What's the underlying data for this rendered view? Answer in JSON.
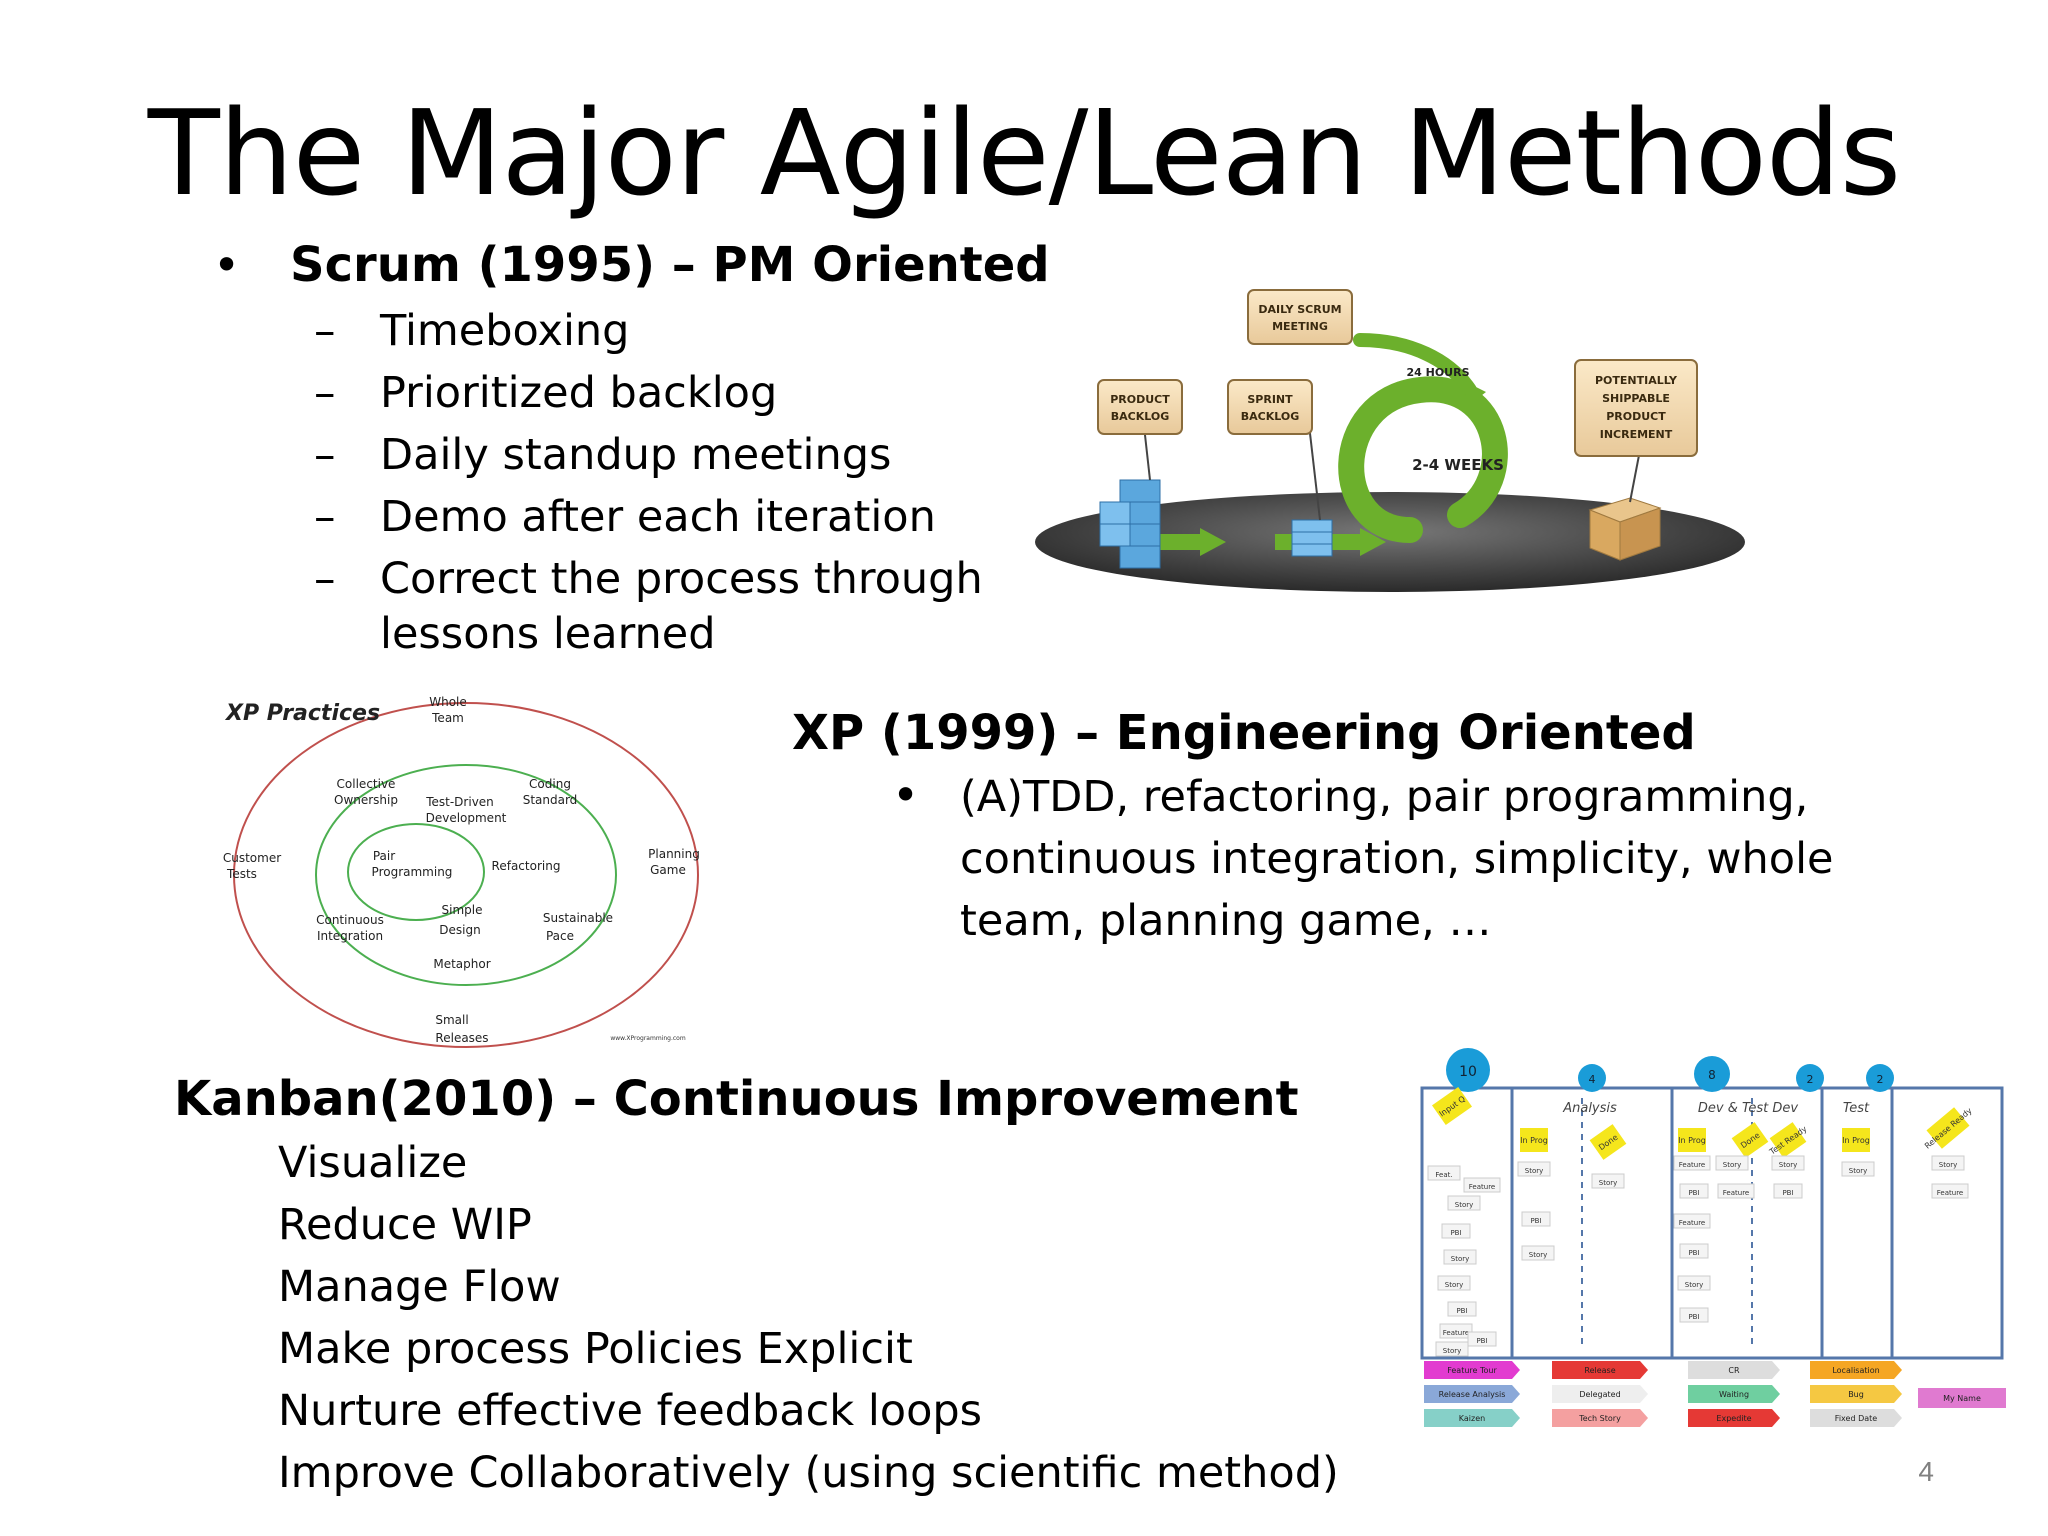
{
  "slide": {
    "title": "The Major Agile/Lean Methods",
    "page_number": "4"
  },
  "scrum": {
    "heading": "Scrum (1995) – PM Oriented",
    "bullet": "•",
    "items": [
      "Timeboxing",
      "Prioritized backlog",
      "Daily standup meetings",
      "Demo after each iteration",
      "Correct the process through"
    ],
    "item_continuation": "lessons learned",
    "diagram": {
      "daily_scrum": [
        "DAILY SCRUM",
        "MEETING"
      ],
      "product_backlog": [
        "PRODUCT",
        "BACKLOG"
      ],
      "sprint_backlog": [
        "SPRINT",
        "BACKLOG"
      ],
      "increment": [
        "POTENTIALLY",
        "SHIPPABLE",
        "PRODUCT",
        "INCREMENT"
      ],
      "hours": "24 HOURS",
      "weeks": "2-4 WEEKS"
    }
  },
  "xp": {
    "heading": "XP (1999) – Engineering Oriented",
    "bullet": "•",
    "lines": [
      "(A)TDD, refactoring, pair programming,",
      "continuous integration, simplicity, whole",
      "team, planning game, …"
    ],
    "diagram": {
      "title": "XP Practices",
      "whole_team": [
        "Whole",
        "Team"
      ],
      "collective_ownership": [
        "Collective",
        "Ownership"
      ],
      "coding_standard": [
        "Coding",
        "Standard"
      ],
      "tdd": [
        "Test-Driven",
        "Development"
      ],
      "customer_tests": [
        "Customer",
        "Tests"
      ],
      "pair_programming": [
        "Pair",
        "Programming"
      ],
      "refactoring": "Refactoring",
      "planning_game": [
        "Planning",
        "Game"
      ],
      "continuous_integration": [
        "Continuous",
        "Integration"
      ],
      "simple_design": [
        "Simple",
        "Design"
      ],
      "sustainable_pace": [
        "Sustainable",
        "Pace"
      ],
      "metaphor": "Metaphor",
      "small_releases": [
        "Small",
        "Releases"
      ],
      "source": "www.XProgramming.com"
    }
  },
  "kanban": {
    "heading": "Kanban(2010) – Continuous Improvement",
    "items": [
      "Visualize",
      "Reduce WIP",
      "Manage Flow",
      "Make process Policies Explicit",
      "Nurture effective feedback loops",
      "Improve Collaboratively (using scientific method)"
    ],
    "board": {
      "limits": [
        "10",
        "4",
        "8",
        "2",
        "2"
      ],
      "columns": [
        "Analysis",
        "Dev & Test Dev",
        "Test"
      ],
      "stickies": [
        "Input Q",
        "In Prog",
        "Done",
        "In Prog",
        "Done",
        "Test Ready",
        "In Prog",
        "Release Ready"
      ],
      "cards_col1": [
        "Feat.",
        "Feature",
        "Story",
        "PBI",
        "Story",
        "Story",
        "PBI",
        "Feature",
        "PBI",
        "Story"
      ],
      "cards_other": [
        "Story",
        "PBI",
        "Story",
        "Story",
        "Feature",
        "Story",
        "PBI",
        "Feature",
        "Feature",
        "PBI",
        "Story",
        "PBI",
        "Story",
        "PBI",
        "Story",
        "Story",
        "Feature"
      ],
      "legend": [
        "Feature Tour",
        "Release",
        "CR",
        "Localisation",
        "Release Analysis",
        "Delegated",
        "Waiting",
        "Bug",
        "My Name",
        "Kaizen",
        "Tech Story",
        "Expedite",
        "Fixed Date"
      ]
    }
  },
  "colors": {
    "kanban_limit": "#1a9cd8",
    "sticky": "#f5e61c",
    "board_border": "#5577aa",
    "scrum_green": "#6cb02c",
    "xp_outer_ring": "#c0504d",
    "xp_inner_ring": "#4caf50"
  }
}
